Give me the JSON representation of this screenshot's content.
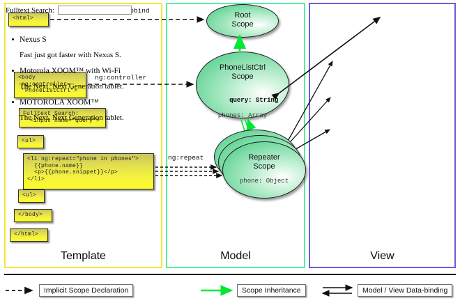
{
  "columns": {
    "template": {
      "label": "Template",
      "accent": "#f2e738"
    },
    "model": {
      "label": "Model",
      "accent": "#57eda4"
    },
    "view": {
      "label": "View",
      "accent": "#6a5de0"
    }
  },
  "template": {
    "boxes": [
      {
        "id": "html-open",
        "text": "<html>"
      },
      {
        "id": "body-open",
        "text": "<body\n ng:controller=\n \"PhoneListCtrl\">"
      },
      {
        "id": "fulltext",
        "text": "Fulltext Search:\n  <input name=\"query\">"
      },
      {
        "id": "ul-open",
        "text": "<ul>"
      },
      {
        "id": "li-repeat",
        "text": "<li ng:repeat=\"phone in phones\">\n  {{phone.name}}\n  <p>{{phone.snippet}}</p>\n</li>"
      },
      {
        "id": "ul-close",
        "text": "<ul>"
      },
      {
        "id": "body-close",
        "text": "</body>"
      },
      {
        "id": "html-close",
        "text": "</html>"
      }
    ]
  },
  "model": {
    "scopes": [
      {
        "id": "root-scope",
        "title": "Root\nScope",
        "props": ""
      },
      {
        "id": "phonelistctrl-scope",
        "title": "PhoneListCtrl\nScope",
        "props_bold": "query: String",
        "props": "phones: Array"
      },
      {
        "id": "repeater-scope",
        "title": "Repeater\nScope",
        "props": "phone: Object"
      }
    ]
  },
  "edges": {
    "autobind": "ng:autobind",
    "controller": "ng:controller",
    "repeat": "ng:repeat"
  },
  "view": {
    "search_label": "Fulltext Search:",
    "search_value": "",
    "search_placeholder": "",
    "phones": [
      {
        "name": "Nexus S",
        "snippet": "Fast just got faster with Nexus S."
      },
      {
        "name": "Motorola XOOM™  with Wi-Fi",
        "snippet": "The Next, Next Generation tablet."
      },
      {
        "name": "MOTOROLA XOOM™",
        "snippet": "The Next, Next Generation tablet."
      }
    ]
  },
  "legend": [
    {
      "id": "implicit-scope-declaration",
      "label": "Implicit Scope Declaration",
      "style": "dashed-black"
    },
    {
      "id": "scope-inheritance",
      "label": "Scope Inheritance",
      "style": "solid-green"
    },
    {
      "id": "model-view-data-binding",
      "label": "Model / View Data-binding",
      "style": "double-black"
    }
  ],
  "colors": {
    "dashed_arrow": "#111111",
    "green_arrow": "#00e832",
    "binding_arrow": "#111111",
    "code_box_fill": "#f6f43c",
    "scope_fill": "#7fdcaa"
  }
}
